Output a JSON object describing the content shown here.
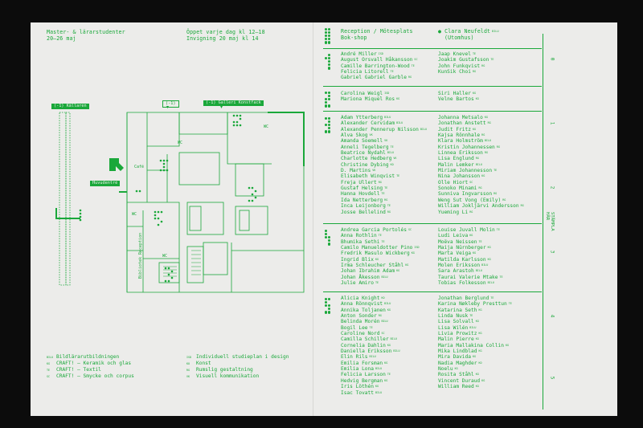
{
  "left": {
    "header": {
      "line1": "Master- & lärarstudenter",
      "line2": "20–26 maj",
      "line3": "Öppet varje dag kl 12–18",
      "line4": "Invigning 20 maj kl 14"
    },
    "map": {
      "tag_kallaren": "(-1) Källaren",
      "tag_entrance": "(-1)",
      "tag_galleri": "(-1) Galleri Konstfack",
      "tag_huvudentre": "Huvudentré",
      "cafe": "Café",
      "reception": "Reception",
      "bibliotek": "Bibliotek",
      "wc1": "WC",
      "wc2": "WC",
      "wc3": "WC",
      "wc4": "WC"
    },
    "legend": {
      "col1": [
        {
          "code": "BILU",
          "label": "Bildlärarutbildningen"
        },
        {
          "code": "KG",
          "label": "CRAFT! – Keramik och glas"
        },
        {
          "code": "TE",
          "label": "CRAFT! – Textil"
        },
        {
          "code": "SC",
          "label": "CRAFT! – Smycke och corpus"
        }
      ],
      "col2": [
        {
          "code": "ISD",
          "label": "Individuell studieplan i design"
        },
        {
          "code": "KO",
          "label": "Konst"
        },
        {
          "code": "RG",
          "label": "Rumslig gestaltning"
        },
        {
          "code": "VK",
          "label": "Visuell kommunikation"
        }
      ]
    }
  },
  "right": {
    "section0": {
      "title1": "Reception / Mötesplats",
      "title2": "Bok-shop",
      "person": "Clara Neufeldt",
      "person_code": "BILU",
      "person_sub": "(Utomhus)"
    },
    "section1": {
      "col1": [
        {
          "name": "André Miller",
          "code": "ISD"
        },
        {
          "name": "August Orsvall Håkansson",
          "code": "SC"
        },
        {
          "name": "Camille Barrington-Wood",
          "code": "TE"
        },
        {
          "name": "Felicia Litorell",
          "code": "TE"
        },
        {
          "name": "Gabriel Gabriel Garble",
          "code": "RG"
        }
      ],
      "col2": [
        {
          "name": "Jaap Knevel",
          "code": "TE"
        },
        {
          "name": "Joakim Gustafsson",
          "code": "TE"
        },
        {
          "name": "John Funkqvist",
          "code": "RG"
        },
        {
          "name": "KunSik Choi",
          "code": "RG"
        }
      ]
    },
    "section2": {
      "col1": [
        {
          "name": "Carolina Weigl",
          "code": "ISD"
        },
        {
          "name": "Mariona Miquel Ros",
          "code": "KG"
        }
      ],
      "col2": [
        {
          "name": "Siri Haller",
          "code": "KG"
        },
        {
          "name": "Velne Bartos",
          "code": "KG"
        }
      ]
    },
    "section3": {
      "col1": [
        {
          "name": "Adam Ytterberg",
          "code": "BILU"
        },
        {
          "name": "Alexander Cervidam",
          "code": "BILU"
        },
        {
          "name": "Alexander Pennerup Nilsson",
          "code": "BILU"
        },
        {
          "name": "Alva Skog",
          "code": "VK"
        },
        {
          "name": "Amanda Soemell",
          "code": "VK"
        },
        {
          "name": "Anneli Tegelberg",
          "code": "TE"
        },
        {
          "name": "Beatrice Nydahl",
          "code": "BILU"
        },
        {
          "name": "Charlotte Hedberg",
          "code": "VK"
        },
        {
          "name": "Christine Dybing",
          "code": "KO"
        },
        {
          "name": "D. Martins",
          "code": "VK"
        },
        {
          "name": "Elisabeth Winqvist",
          "code": "TE"
        },
        {
          "name": "Freja Ullert",
          "code": "RG"
        },
        {
          "name": "Gustaf Helsing",
          "code": "TE"
        },
        {
          "name": "Hanna Hovdell",
          "code": "TE"
        },
        {
          "name": "Ida Netterberg",
          "code": "RG"
        },
        {
          "name": "Inca Leijonborg",
          "code": "TE"
        },
        {
          "name": "Josse Bellelind",
          "code": "RG"
        }
      ],
      "col2": [
        {
          "name": "Johanna Metsalo",
          "code": "KG"
        },
        {
          "name": "Jonathan Anstett",
          "code": "RG"
        },
        {
          "name": "Judit Fritz",
          "code": "KG"
        },
        {
          "name": "Kajsa Rönnhale",
          "code": "RG"
        },
        {
          "name": "Klara Holmström",
          "code": "BILU"
        },
        {
          "name": "Kristin Johannessen",
          "code": "RG"
        },
        {
          "name": "Linnea Eriksson",
          "code": "RG"
        },
        {
          "name": "Lisa Englund",
          "code": "RG"
        },
        {
          "name": "Malin Lemker",
          "code": "BILU"
        },
        {
          "name": "Miriam Johannesson",
          "code": "TE"
        },
        {
          "name": "Nina Johansson",
          "code": "KG"
        },
        {
          "name": "Olle Hiort",
          "code": "SC"
        },
        {
          "name": "Sonoko Minami",
          "code": "RG"
        },
        {
          "name": "Sunniva Ingvarsson",
          "code": "RG"
        },
        {
          "name": "Weng Sut Vong (Emily)",
          "code": "RG"
        },
        {
          "name": "William Jokljärvi Andersson",
          "code": "RG"
        },
        {
          "name": "Yueming Li",
          "code": "RG"
        }
      ]
    },
    "section4": {
      "col1": [
        {
          "name": "Andrea Garcia Portolés",
          "code": "SC"
        },
        {
          "name": "Anna Rothlin",
          "code": "TE"
        },
        {
          "name": "Bhumika Sethi",
          "code": "TE"
        },
        {
          "name": "Camilo Manueldotter Pino",
          "code": "ISD"
        },
        {
          "name": "Fredrik Masulo Wickberg",
          "code": "KG"
        },
        {
          "name": "Ingrid Blix",
          "code": "KG"
        },
        {
          "name": "Irma Schleucher Ståhl",
          "code": "KG"
        },
        {
          "name": "Johan Ibrahim Adam",
          "code": "KG"
        },
        {
          "name": "Johan Åkesson",
          "code": "BILU"
        },
        {
          "name": "Julie Amiro",
          "code": "TE"
        }
      ],
      "col2": [
        {
          "name": "Louise Juvall Molin",
          "code": "TE"
        },
        {
          "name": "Ludi Leiva",
          "code": "KG"
        },
        {
          "name": "Moëva Neissen",
          "code": "TE"
        },
        {
          "name": "Maija Nürnberger",
          "code": "KG"
        },
        {
          "name": "Marta Veiga",
          "code": "KG"
        },
        {
          "name": "Matilda Karlsson",
          "code": "KG"
        },
        {
          "name": "Molen Eriksson",
          "code": "BILU"
        },
        {
          "name": "Sara Arastoh",
          "code": "BILU"
        },
        {
          "name": "Taurai Valerie Mtake",
          "code": "TE"
        },
        {
          "name": "Tobias Folkesson",
          "code": "BILU"
        }
      ]
    },
    "section5": {
      "col1": [
        {
          "name": "Alicia Knight",
          "code": "KO"
        },
        {
          "name": "Anna Rönnqvist",
          "code": "BILU"
        },
        {
          "name": "Annika Toljanen",
          "code": "KG"
        },
        {
          "name": "Anton Sonder",
          "code": "RG"
        },
        {
          "name": "Belinda Morén",
          "code": "BILU"
        },
        {
          "name": "Bogil Lee",
          "code": "TE"
        },
        {
          "name": "Caroline Nord",
          "code": "SC"
        },
        {
          "name": "Camilla Schiller",
          "code": "BILU"
        },
        {
          "name": "Cornelia Dahlin",
          "code": "KG"
        },
        {
          "name": "Daniella Eriksson",
          "code": "BILU"
        },
        {
          "name": "Elin Rils",
          "code": "BILU"
        },
        {
          "name": "Emilia Forsman",
          "code": "KG"
        },
        {
          "name": "Emilia Lona",
          "code": "BILU"
        },
        {
          "name": "Felicia Larsson",
          "code": "TE"
        },
        {
          "name": "Hedvig Bergman",
          "code": "KG"
        },
        {
          "name": "Iris Löthén",
          "code": "KG"
        },
        {
          "name": "Isac Tovatt",
          "code": "BILU"
        }
      ],
      "col2": [
        {
          "name": "Jonathan Berglund",
          "code": "TE"
        },
        {
          "name": "Karina Nøkleby Presttun",
          "code": "TE"
        },
        {
          "name": "Katarina Seth",
          "code": "KG"
        },
        {
          "name": "Linda Nusk",
          "code": "TE"
        },
        {
          "name": "Lisa Solvall",
          "code": "KG"
        },
        {
          "name": "Lisa Wilén",
          "code": "BILU"
        },
        {
          "name": "Livia Prowitz",
          "code": "KG"
        },
        {
          "name": "Malin Pierre",
          "code": "KG"
        },
        {
          "name": "Maria Mallakina Collin",
          "code": "KG"
        },
        {
          "name": "Mika Lindblad",
          "code": "KG"
        },
        {
          "name": "Mira Davida",
          "code": "KG"
        },
        {
          "name": "Nadia Maghder",
          "code": "KO"
        },
        {
          "name": "Noelu",
          "code": "KG"
        },
        {
          "name": "Rosita Ståhl",
          "code": "KG"
        },
        {
          "name": "Vincent Duraud",
          "code": "KG"
        },
        {
          "name": "William Reed",
          "code": "KG"
        }
      ]
    },
    "ruler": {
      "label": "STÄMPLA HÄR",
      "numbers": [
        "0",
        "1",
        "2",
        "3",
        "4",
        "5"
      ]
    }
  },
  "colors": {
    "accent": "#1aa83a",
    "paper": "#ececea",
    "background": "#0c0c0c"
  }
}
